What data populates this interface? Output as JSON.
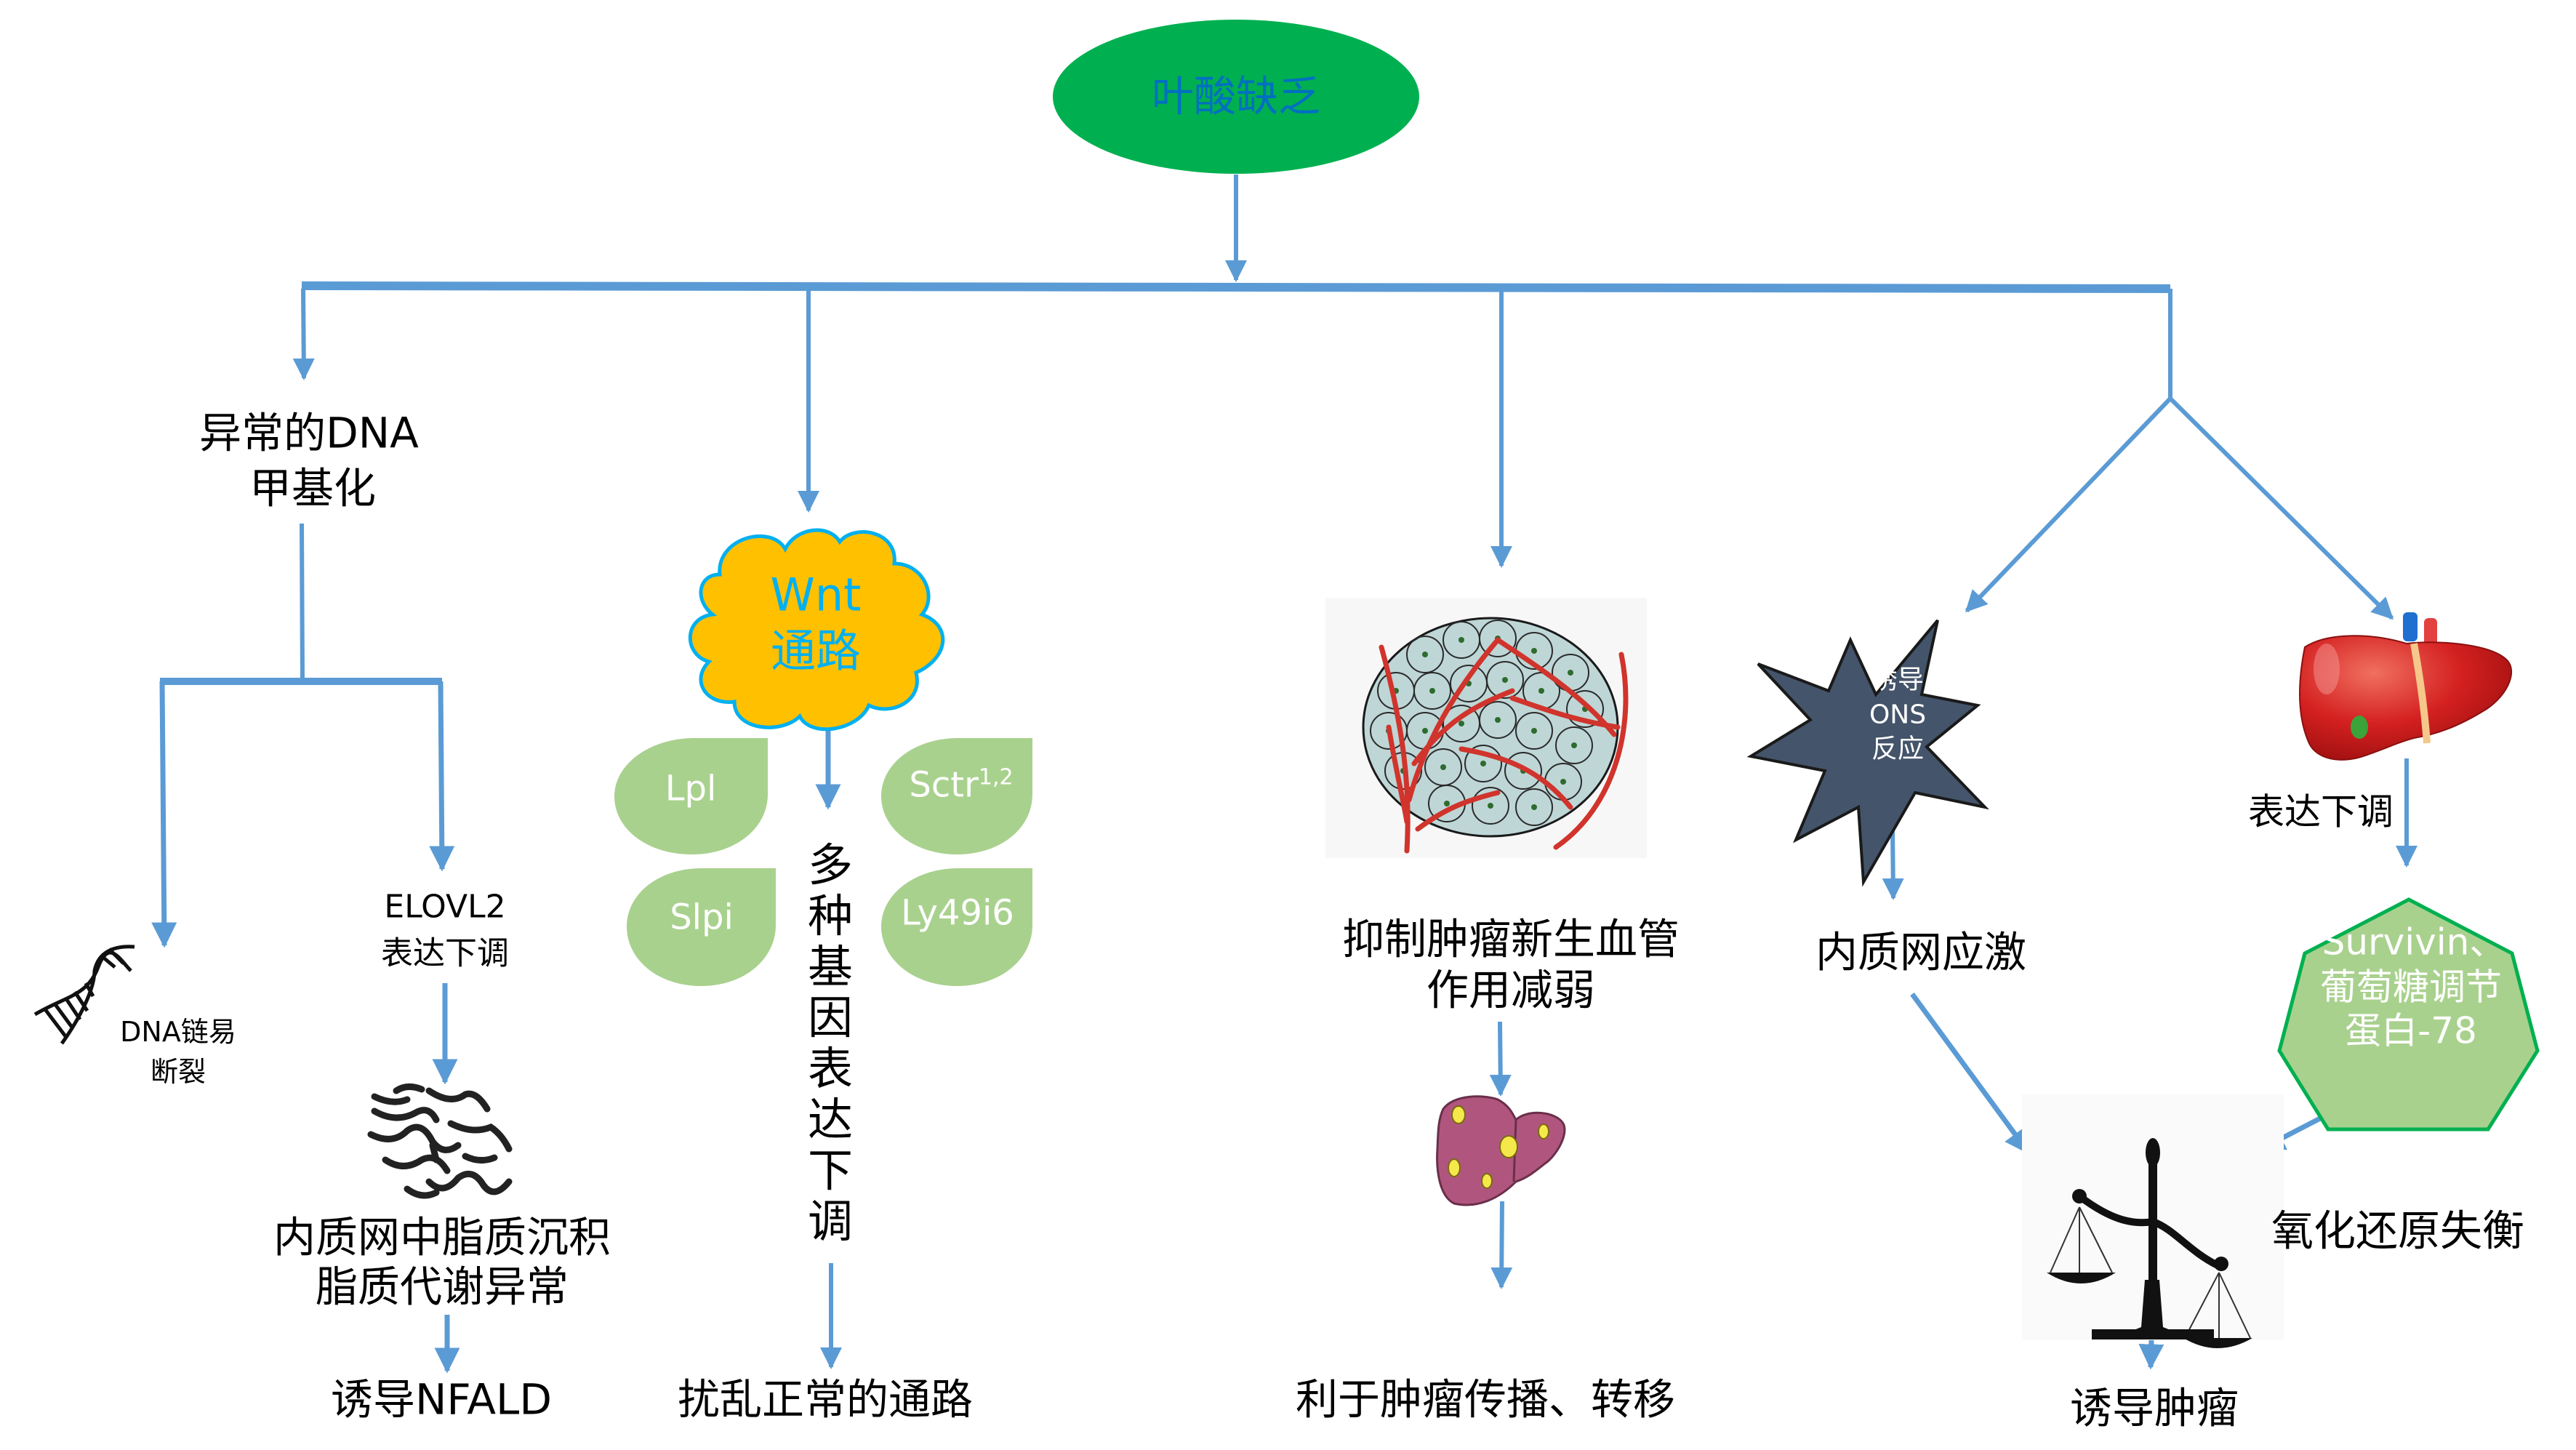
{
  "root": {
    "label": "叶酸缺乏",
    "fill": "#00B050",
    "text_color": "#0070C0"
  },
  "colors": {
    "arrow": "#5B9BD5",
    "leaf": "#A9D18E",
    "cloud_fill": "#FFC000",
    "cloud_stroke": "#00B0F0",
    "star_fill": "#44546A",
    "heptagon_stroke": "#00B050"
  },
  "branch_dna": {
    "title_line1": "异常的DNA",
    "title_line2": "甲基化",
    "left": {
      "icon": "dna-helix-icon",
      "line1": "DNA链易",
      "line2": "断裂"
    },
    "right": {
      "gene_line1": "ELOVL2",
      "gene_line2": "表达下调",
      "icon": "chromosome-icon",
      "effect_line1": "内质网中脂质沉积",
      "effect_line2": "脂质代谢异常",
      "outcome": "诱导NFALD"
    }
  },
  "branch_wnt": {
    "cloud_line1": "Wnt",
    "cloud_line2": "通路",
    "genes": [
      {
        "name": "Lpl",
        "sup": ""
      },
      {
        "name": "Sctr",
        "sup": "1,2"
      },
      {
        "name": "Slpi",
        "sup": ""
      },
      {
        "name": "Ly49i6",
        "sup": ""
      }
    ],
    "vertical_text": [
      "多",
      "种",
      "基",
      "因",
      "表",
      "达",
      "下",
      "调"
    ],
    "outcome": "扰乱正常的通路"
  },
  "branch_angio": {
    "icon": "tumor-vasculature-icon",
    "effect_line1": "抑制肿瘤新生血管",
    "effect_line2": "作用减弱",
    "liver_icon": "liver-tumor-icon",
    "outcome": "利于肿瘤传播、转移"
  },
  "branch_er": {
    "star_line1": "诱导",
    "star_line2": "ONS",
    "star_line3": "反应",
    "effect": "内质网应激"
  },
  "branch_liver": {
    "icon": "liver-icon",
    "label": "表达下调",
    "heptagon_line1": "Survivin、",
    "heptagon_line2": "葡萄糖调节",
    "heptagon_line3": "蛋白-78"
  },
  "merge": {
    "icon": "balance-scale-icon",
    "label": "氧化还原失衡",
    "outcome": "诱导肿瘤"
  }
}
